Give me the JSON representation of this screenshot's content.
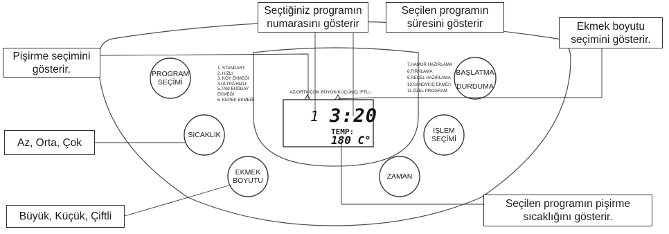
{
  "callouts": {
    "program_number": [
      "Seçtiğiniz programın",
      "numarasını gösterir"
    ],
    "program_duration": [
      "Seçilen programın",
      "süresini gösterir"
    ],
    "loaf_size": [
      "Ekmek boyutu",
      "seçimini gösterir."
    ],
    "cooking_selection": [
      "Pişirme seçimini",
      "gösterir."
    ],
    "crust_levels": "Az, Orta, Çok",
    "loaf_sizes": "Büyük, Küçük, Çiftli",
    "cooking_temperature": [
      "Seçilen programın pişirme",
      "sıcaklığını gösterir."
    ]
  },
  "buttons": {
    "program": [
      "PROGRAM",
      "SEÇİMİ"
    ],
    "start_stop_top": "BAŞLATMA",
    "start_stop_bottom": "DURDUMA",
    "temperature": "SICAKLIK",
    "process": [
      "İŞLEM",
      "SEÇİMİ"
    ],
    "loaf_size": [
      "EKMEK",
      "BOYUTU"
    ],
    "time": "ZAMAN"
  },
  "programs_left": [
    "1. STANDART",
    "2. HIZLI",
    "3. KÖY EKMEĞİ",
    "4.ULTRA HIZLI",
    "5.TAM BUĞDAY",
    "EKMEĞİ",
    "6. KEPEK EKMEĞİ"
  ],
  "programs_right": [
    "7.HAMUR HAZIRLAMA",
    "8.FIRNLAMA",
    "9.REÇEL HAZIRLAMA",
    "10.SANDVİ□Ç EKME□",
    "11.ÖZEL PROGRAM"
  ],
  "display": {
    "header": "AZ/ORTA/ÇOK  BÜYÜK/KÜÇÜK/Ç□FTL□",
    "program_number": "1",
    "time": "3:20",
    "temp_label": "TEMP:",
    "temp_value": "180 C°"
  }
}
